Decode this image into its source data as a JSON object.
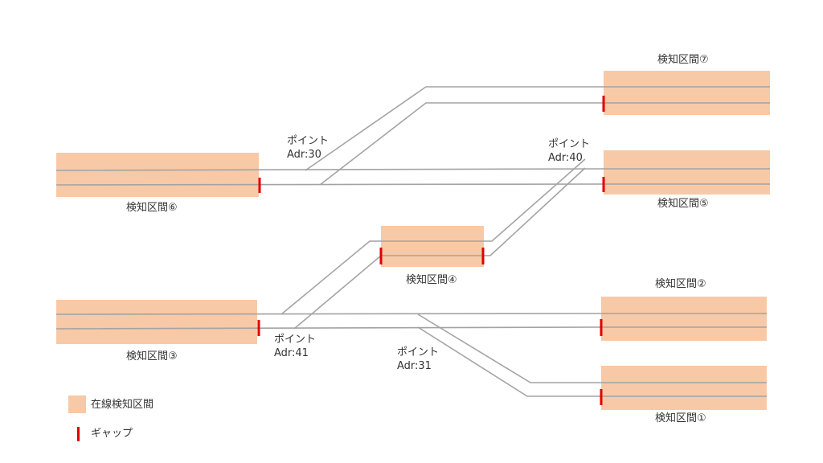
{
  "colors": {
    "section_fill": "#f8c9a6",
    "rail": "#a3a3a3",
    "gap": "#e00000",
    "text": "#333333"
  },
  "sections": {
    "s1": "検知区間①",
    "s2": "検知区間②",
    "s3": "検知区間③",
    "s4": "検知区間④",
    "s5": "検知区間⑤",
    "s6": "検知区間⑥",
    "s7": "検知区間⑦"
  },
  "points": {
    "p30": {
      "name": "ポイント",
      "addr": "Adr:30"
    },
    "p40": {
      "name": "ポイント",
      "addr": "Adr:40"
    },
    "p41": {
      "name": "ポイント",
      "addr": "Adr:41"
    },
    "p31": {
      "name": "ポイント",
      "addr": "Adr:31"
    }
  },
  "legend": {
    "section_label": "在線検知区間",
    "gap_label": "ギャップ"
  }
}
